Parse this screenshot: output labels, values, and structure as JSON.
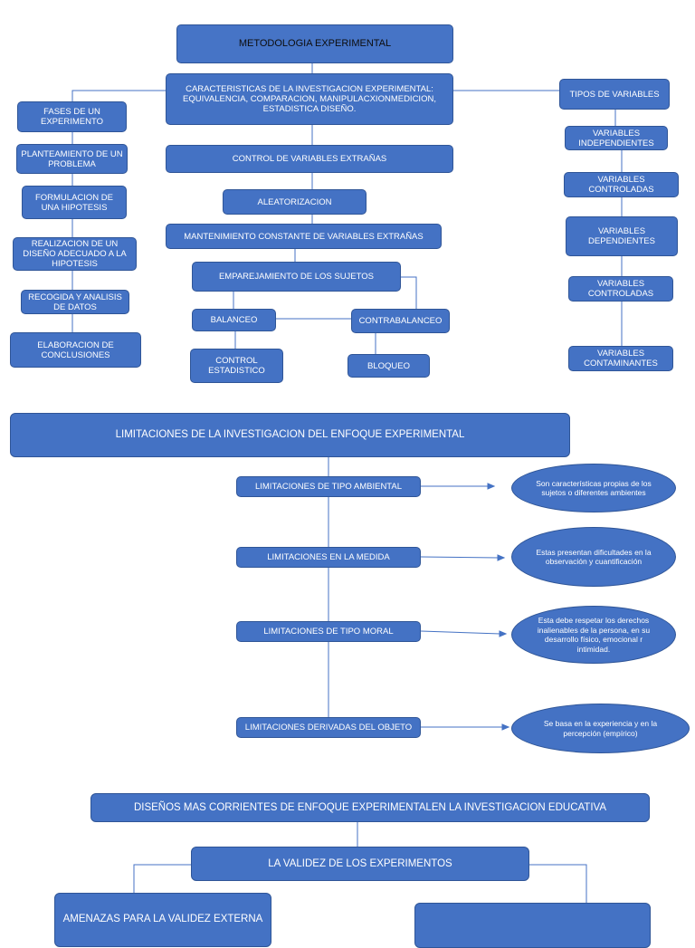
{
  "map1": {
    "root": "METODOLOGIA EXPERIMENTAL",
    "characteristics": "CARACTERISTICAS DE LA INVESTIGACION EXPERIMENTAL: EQUIVALENCIA, COMPARACION, MANIPULACXIONMEDICION, ESTADISTICA DISEÑO.",
    "phases": {
      "title": "FASES DE UN EXPERIMENTO",
      "steps": [
        "PLANTEAMIENTO DE UN PROBLEMA",
        "FORMULACION DE UNA HIPOTESIS",
        "REALIZACION DE UN DISEÑO ADECUADO A LA HIPOTESIS",
        "RECOGIDA Y ANALISIS DE DATOS",
        "ELABORACION DE CONCLUSIONES"
      ]
    },
    "control": {
      "title": "CONTROL DE VARIABLES EXTRAÑAS",
      "randomization": "ALEATORIZACION",
      "constant": "MANTENIMIENTO CONSTANTE DE VARIABLES EXTRAÑAS",
      "matching": "EMPAREJAMIENTO DE LOS SUJETOS",
      "balance": "BALANCEO",
      "counterbalance": "CONTRABALANCEO",
      "statistical": "CONTROL ESTADISTICO",
      "block": "BLOQUEO"
    },
    "variables": {
      "title": "TIPOS DE VARIABLES",
      "items": [
        "VARIABLES INDEPENDIENTES",
        "VARIABLES CONTROLADAS",
        "VARIABLES DEPENDIENTES",
        "VARIABLES CONTROLADAS",
        "VARIABLES CONTAMINANTES"
      ]
    }
  },
  "map2": {
    "title": "LIMITACIONES DE LA INVESTIGACION DEL ENFOQUE EXPERIMENTAL",
    "items": [
      {
        "label": "LIMITACIONES DE TIPO AMBIENTAL",
        "note": "Son características propias de los sujetos o diferentes ambientes"
      },
      {
        "label": "LIMITACIONES EN LA MEDIDA",
        "note": "Estas presentan dificultades en la observación y cuantificación"
      },
      {
        "label": "LIMITACIONES DE TIPO MORAL",
        "note": "Esta debe respetar los derechos inalienables de la persona, en su desarrollo físico, emocional r intimidad."
      },
      {
        "label": "LIMITACIONES DERIVADAS DEL OBJETO",
        "note": "Se basa en la experiencia y en la percepción (empírico)"
      }
    ]
  },
  "map3": {
    "title": "DISEÑOS MAS CORRIENTES DE ENFOQUE EXPERIMENTALEN LA INVESTIGACION EDUCATIVA",
    "validity": "LA VALIDEZ DE LOS EXPERIMENTOS",
    "external": "AMENAZAS PARA LA VALIDEZ EXTERNA",
    "internal": ""
  },
  "colors": {
    "node": "#4472c4",
    "border": "#2f5597",
    "line": "#4472c4"
  }
}
